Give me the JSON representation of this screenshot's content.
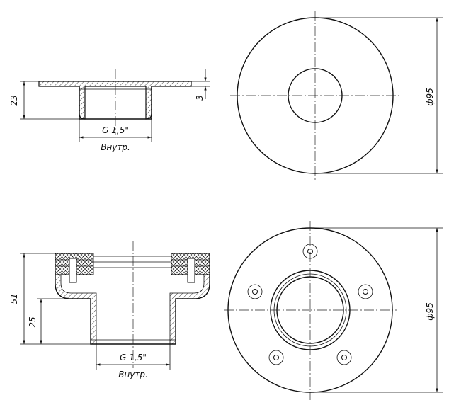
{
  "views": {
    "top_section": {
      "height_label": "23",
      "flange_label": "3",
      "thread_label": "G 1,5\"",
      "thread_note": "Внутр."
    },
    "top_plan": {
      "diameter_label": "ф95"
    },
    "bottom_section": {
      "height_label": "51",
      "lower_height_label": "25",
      "thread_label": "G 1,5\"",
      "thread_note": "Внутр."
    },
    "bottom_plan": {
      "diameter_label": "ф95"
    }
  }
}
